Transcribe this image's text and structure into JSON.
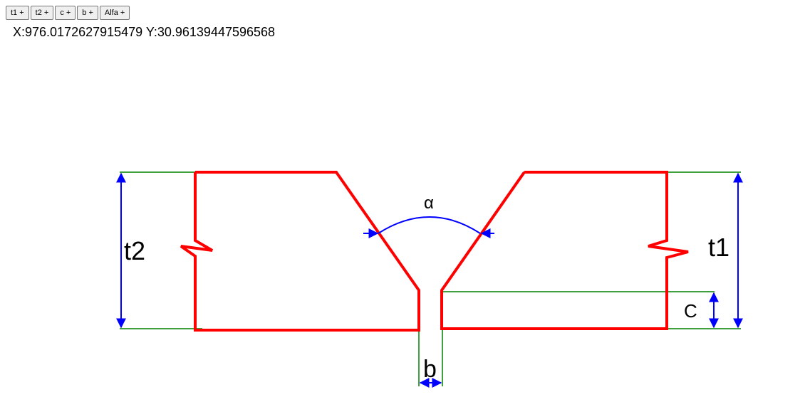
{
  "toolbar": {
    "buttons": [
      {
        "label": "t1 +"
      },
      {
        "label": "t2 +"
      },
      {
        "label": "c +"
      },
      {
        "label": "b +"
      },
      {
        "label": "Alfa +"
      }
    ]
  },
  "cursor": {
    "text": "X:976.0172627915479 Y:30.96139447596568"
  },
  "diagram": {
    "labels": {
      "t1": "t1",
      "t2": "t2",
      "c": "C",
      "b": "b",
      "alpha": "α"
    },
    "colors": {
      "plate_outline": "#ff0000",
      "extension_lines": "#008000",
      "dimension_lines": "#0000ff"
    }
  }
}
